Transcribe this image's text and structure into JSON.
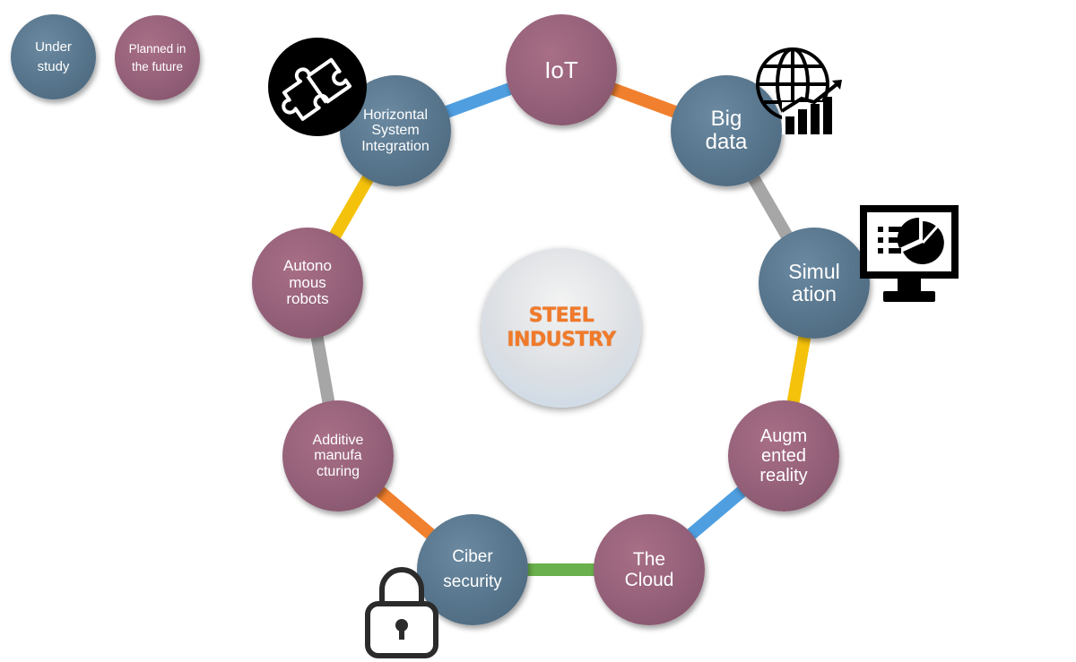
{
  "legend": {
    "under_study": "Under\nstudy",
    "planned": "Planned in\nthe future"
  },
  "center": {
    "label": "STEEL\nINDUSTRY"
  },
  "colors": {
    "under_study": "#56748b",
    "planned": "#946079",
    "center_text": "#f07a2a",
    "connector_blue": "#4f9fe0",
    "connector_orange": "#f0802e",
    "connector_gray": "#a6a6a6",
    "connector_yellow": "#f5c20b",
    "connector_green": "#6ab04c"
  },
  "nodes": [
    {
      "id": "iot",
      "label": "IoT",
      "status": "planned"
    },
    {
      "id": "big-data",
      "label": "Big\ndata",
      "status": "under_study"
    },
    {
      "id": "simulation",
      "label": "Simul\nation",
      "status": "under_study"
    },
    {
      "id": "augmented-reality",
      "label": "Augm\nented\nreality",
      "status": "planned"
    },
    {
      "id": "the-cloud",
      "label": "The\nCloud",
      "status": "planned"
    },
    {
      "id": "ciber-security",
      "label": "Ciber\nsecurity",
      "status": "under_study"
    },
    {
      "id": "additive-manufacturing",
      "label": "Additive\nmanufa\ncturing",
      "status": "planned"
    },
    {
      "id": "autonomous-robots",
      "label": "Autono\nmous\nrobots",
      "status": "planned"
    },
    {
      "id": "horizontal-integration",
      "label": "Horizontal\nSystem\nIntegration",
      "status": "under_study"
    }
  ],
  "icons": {
    "puzzle": "puzzle-icon",
    "globe_chart": "globe-chart-icon",
    "monitor": "monitor-chart-icon",
    "lock": "padlock-icon"
  }
}
